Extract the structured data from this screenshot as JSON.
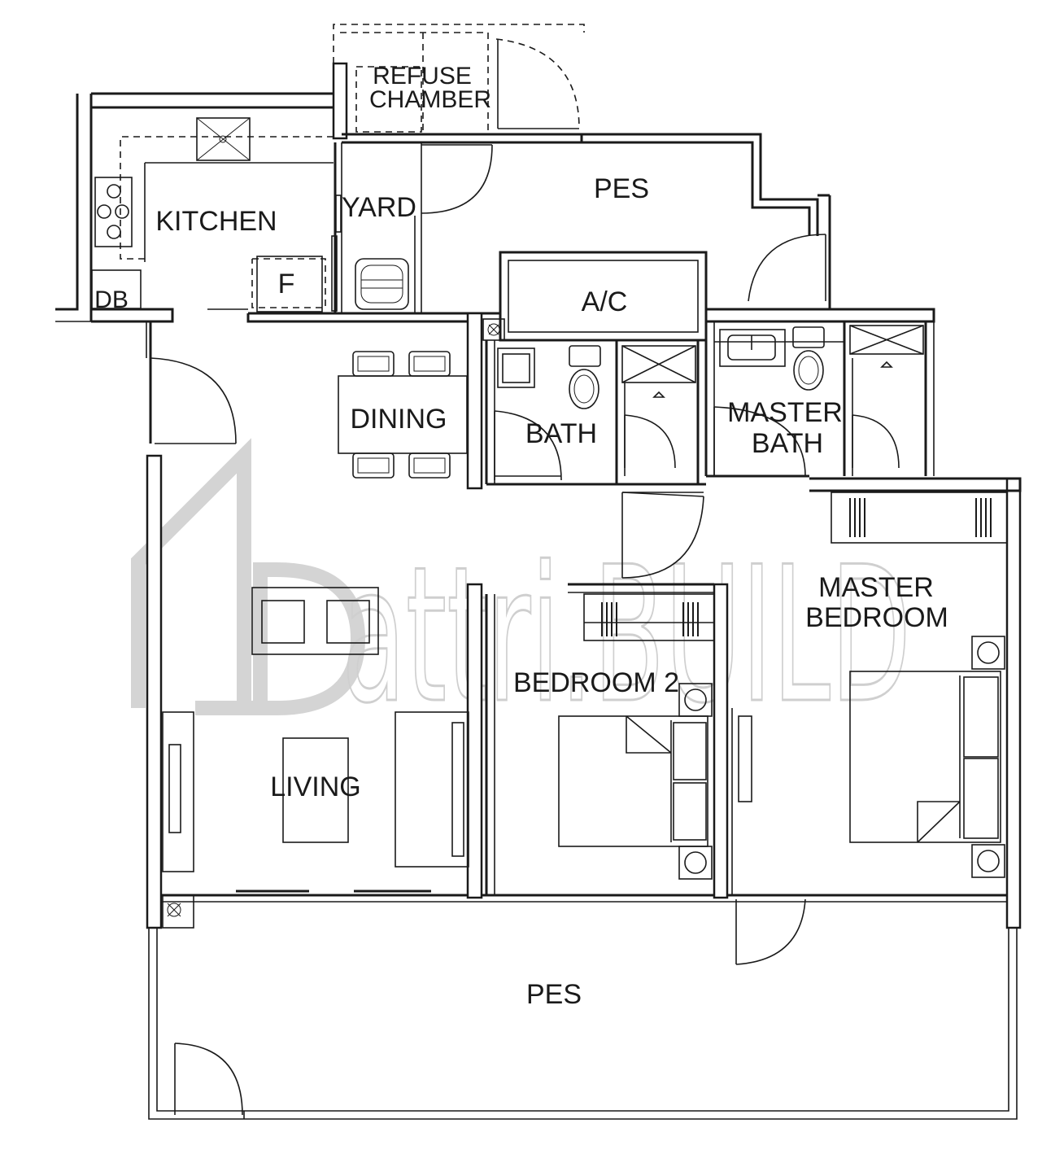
{
  "floor_plan": {
    "rooms": {
      "refuse_chamber_line1": "REFUSE",
      "refuse_chamber_line2": "CHAMBER",
      "pes_top": "PES",
      "kitchen": "KITCHEN",
      "yard": "YARD",
      "fridge": "F",
      "db": "DB",
      "ac": "A/C",
      "dining": "DINING",
      "bath": "BATH",
      "master_bath_line1": "MASTER",
      "master_bath_line2": "BATH",
      "master_bedroom_line1": "MASTER",
      "master_bedroom_line2": "BEDROOM",
      "bedroom2": "BEDROOM 2",
      "living": "LIVING",
      "pes_bottom": "PES"
    },
    "watermark": "attri.BUILD"
  }
}
